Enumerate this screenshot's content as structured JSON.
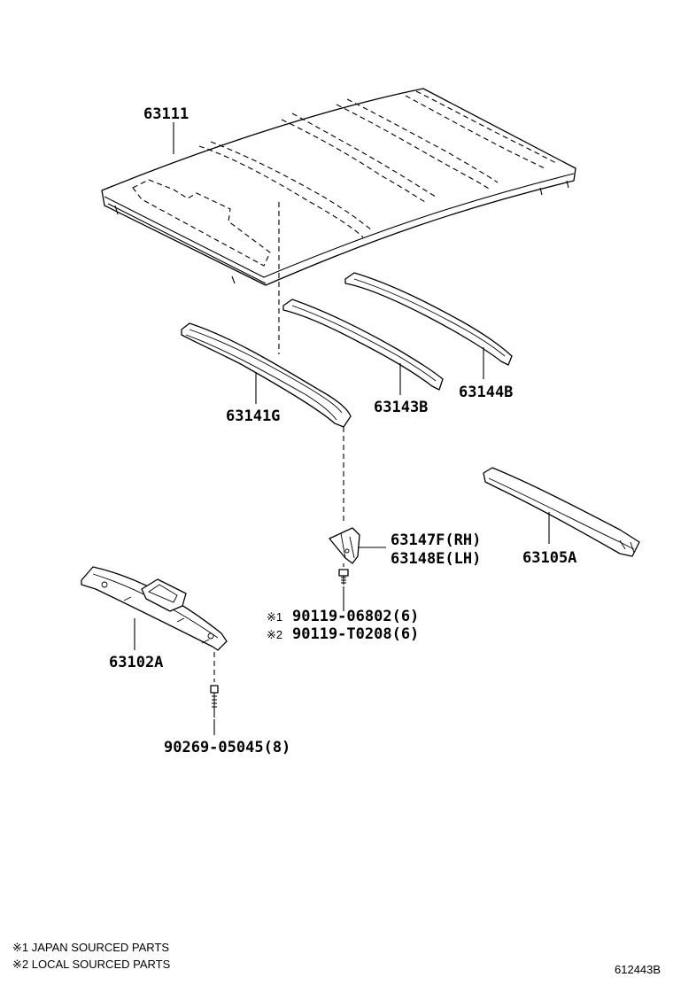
{
  "parts": [
    {
      "id": "roof-panel",
      "label": "63111"
    },
    {
      "id": "roof-bow-1",
      "label": "63141G"
    },
    {
      "id": "roof-bow-2",
      "label": "63143B"
    },
    {
      "id": "roof-bow-3",
      "label": "63144B"
    },
    {
      "id": "rear-header",
      "label": "63105A"
    },
    {
      "id": "bracket-rh",
      "label": "63147F(RH)"
    },
    {
      "id": "bracket-lh",
      "label": "63148E(LH)"
    },
    {
      "id": "front-header",
      "label": "63102A"
    }
  ],
  "fasteners": [
    {
      "mark": "※1",
      "label": "90119-06802(6)"
    },
    {
      "mark": "※2",
      "label": "90119-T0208(6)"
    },
    {
      "mark": "",
      "label": "90269-05045(8)"
    }
  ],
  "footnotes": [
    {
      "text": "※1 JAPAN SOURCED PARTS"
    },
    {
      "text": "※2 LOCAL SOURCED PARTS"
    }
  ],
  "figure_code": "612443B"
}
